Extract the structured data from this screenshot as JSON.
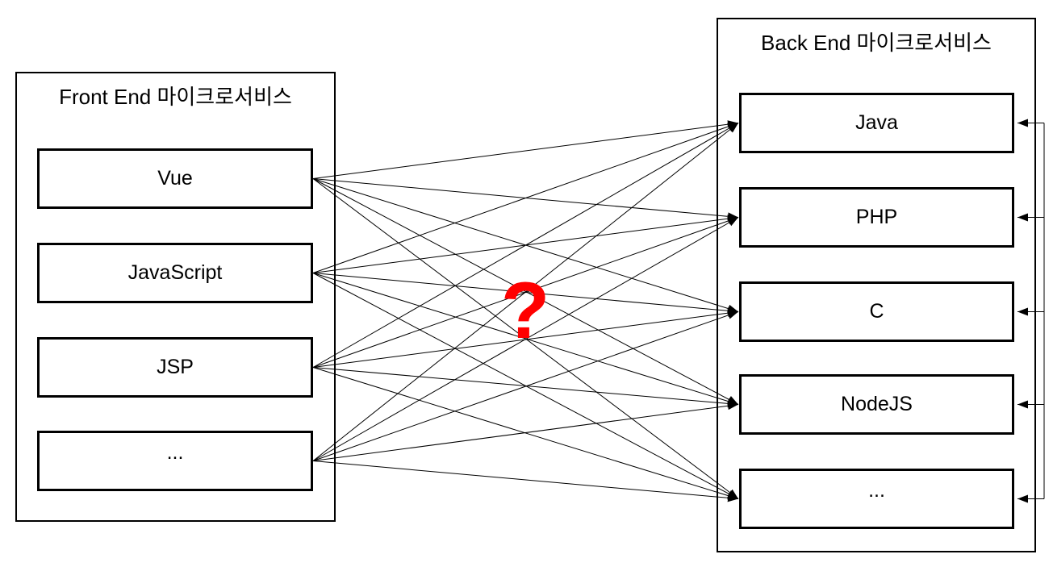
{
  "diagram": {
    "front": {
      "title": "Front End 마이크로서비스",
      "items": [
        {
          "label": "Vue"
        },
        {
          "label": "JavaScript"
        },
        {
          "label": "JSP"
        },
        {
          "label": "..."
        }
      ]
    },
    "back": {
      "title": "Back End 마이크로서비스",
      "items": [
        {
          "label": "Java"
        },
        {
          "label": "PHP"
        },
        {
          "label": "C"
        },
        {
          "label": "NodeJS"
        },
        {
          "label": "..."
        }
      ]
    },
    "center": {
      "question_mark": "?"
    },
    "colors": {
      "line": "#000000",
      "box_border": "#000000",
      "question_mark": "#ff0000",
      "background": "#ffffff"
    }
  }
}
